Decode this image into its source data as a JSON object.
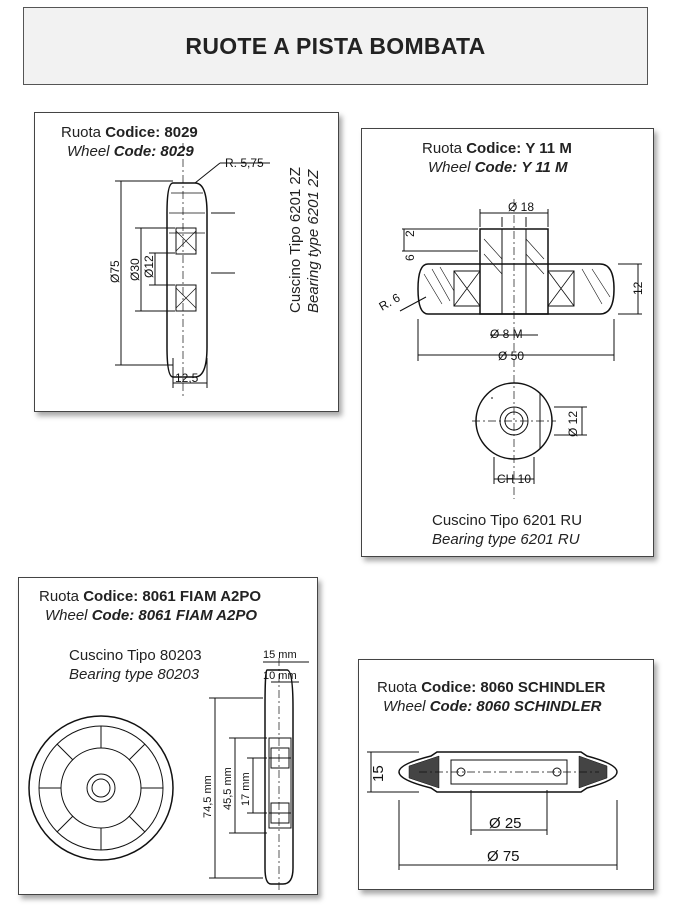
{
  "page_title": "RUOTE A PISTA BOMBATA",
  "cards": [
    {
      "ruota_prefix": "Ruota",
      "codice_label": "Codice:",
      "code": "8029",
      "wheel_prefix": "Wheel",
      "wheel_code_label": "Code:",
      "wheel_code": "8029",
      "bearing_it": "Cuscino Tipo 6201 2Z",
      "bearing_en": "Bearing type 6201 2Z",
      "dims": {
        "radius": "R. 5,75",
        "d75": "Ø75",
        "d30": "Ø30",
        "d12": "Ø12",
        "width": "12,5"
      }
    },
    {
      "ruota_prefix": "Ruota",
      "codice_label": "Codice:",
      "code": "Y 11 M",
      "wheel_prefix": "Wheel",
      "wheel_code_label": "Code:",
      "wheel_code": "Y 11 M",
      "bearing_it": "Cuscino Tipo 6201 RU",
      "bearing_en": "Bearing type 6201 RU",
      "dims": {
        "d18": "Ø 18",
        "h6": "6",
        "h2": "2",
        "r6": "R. 6",
        "h12": "12",
        "d8m": "Ø 8 M",
        "d50": "Ø 50",
        "d12b": "Ø 12",
        "ch10": "CH 10"
      }
    },
    {
      "ruota_prefix": "Ruota",
      "codice_label": "Codice:",
      "code": "8061 FIAM A2PO",
      "wheel_prefix": "Wheel",
      "wheel_code_label": "Code:",
      "wheel_code": "8061 FIAM A2PO",
      "bearing_it": "Cuscino Tipo 80203",
      "bearing_en": "Bearing type 80203",
      "dims": {
        "w15": "15 mm",
        "w10": "10 mm",
        "h745": "74,5 mm",
        "h455": "45,5 mm",
        "h17": "17 mm"
      }
    },
    {
      "ruota_prefix": "Ruota",
      "codice_label": "Codice:",
      "code": "8060 SCHINDLER",
      "wheel_prefix": "Wheel",
      "wheel_code_label": "Code:",
      "wheel_code": "8060 SCHINDLER",
      "dims": {
        "h15": "15",
        "d25": "Ø 25",
        "d75": "Ø 75"
      }
    }
  ]
}
